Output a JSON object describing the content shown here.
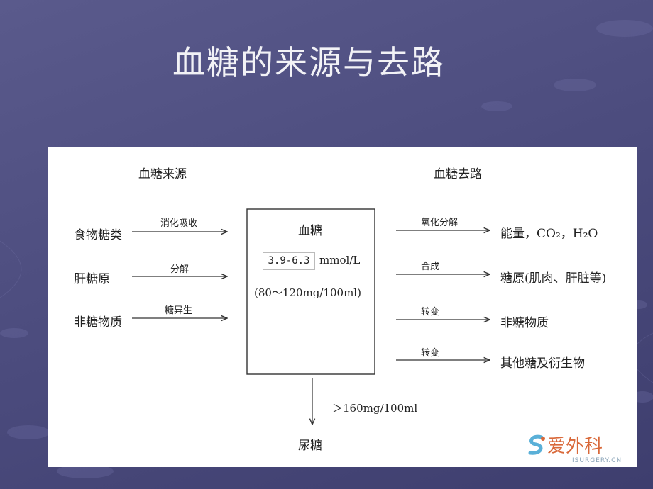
{
  "slide": {
    "title": "血糖的来源与去路"
  },
  "diagram": {
    "sources_header": "血糖来源",
    "destinations_header": "血糖去路",
    "center": {
      "label": "血糖",
      "range_value": "3.9-6.3",
      "range_unit": "mmol/L",
      "range_alt": "(80～120mg/100ml)"
    },
    "sources": [
      {
        "label": "食物糖类",
        "process": "消化吸收"
      },
      {
        "label": "肝糖原",
        "process": "分解"
      },
      {
        "label": "非糖物质",
        "process": "糖异生"
      }
    ],
    "destinations": [
      {
        "label": "能量，CO₂，H₂O",
        "process": "氧化分解"
      },
      {
        "label": "糖原(肌肉、肝脏等)",
        "process": "合成"
      },
      {
        "label": "非糖物质",
        "process": "转变"
      },
      {
        "label": "其他糖及衍生物",
        "process": "转变"
      }
    ],
    "excretion": {
      "threshold": "＞160mg/100ml",
      "label": "尿糖"
    }
  },
  "logo": {
    "text": "爱外科",
    "subtext": "ISURGERY.CN",
    "color": "#d9693a"
  }
}
